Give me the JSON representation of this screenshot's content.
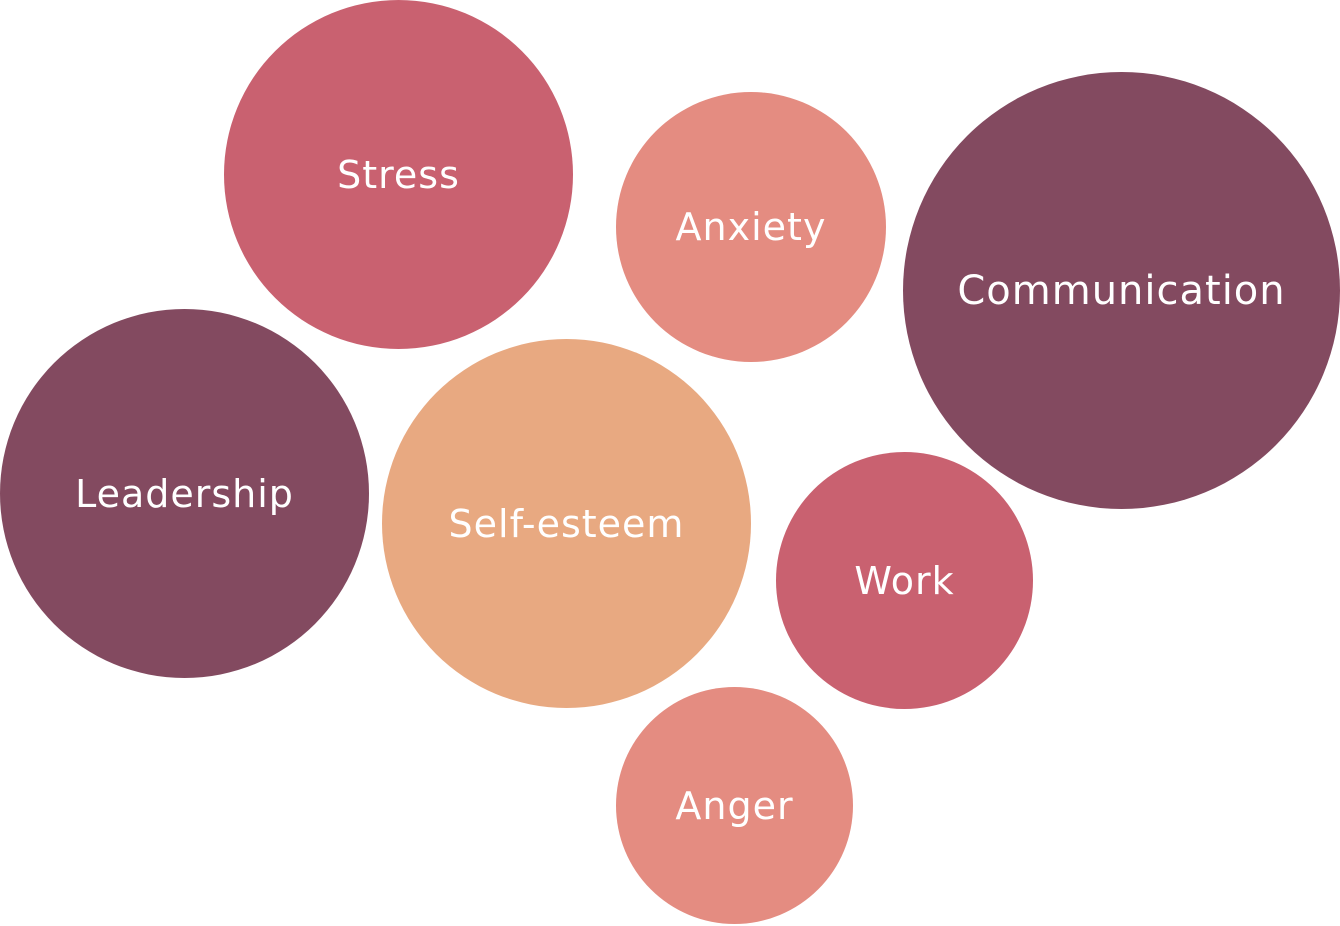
{
  "colors": {
    "rose": "#C96170",
    "salmon": "#E48C81",
    "plum": "#834A60",
    "peach": "#E8A981",
    "label": "#FFFFFF"
  },
  "bubbles": [
    {
      "label": "Stress",
      "color": "#C96170"
    },
    {
      "label": "Anxiety",
      "color": "#E48C81"
    },
    {
      "label": "Communication",
      "color": "#834A60"
    },
    {
      "label": "Leadership",
      "color": "#834A60"
    },
    {
      "label": "Self-esteem",
      "color": "#E8A981"
    },
    {
      "label": "Work",
      "color": "#C96170"
    },
    {
      "label": "Anger",
      "color": "#E48C81"
    }
  ]
}
